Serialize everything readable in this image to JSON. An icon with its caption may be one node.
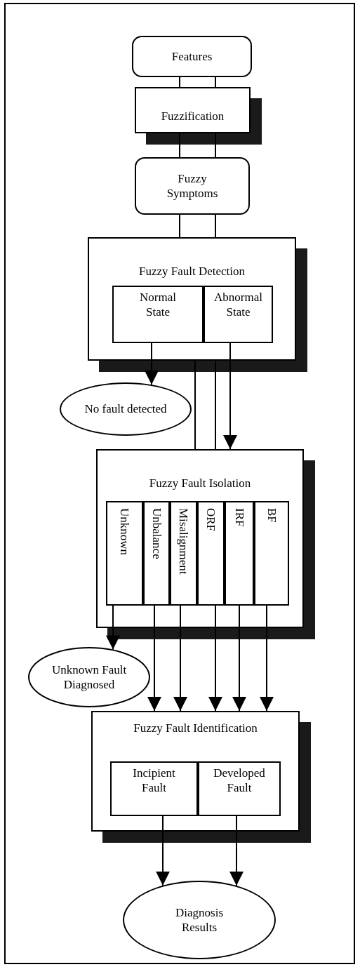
{
  "diagram": {
    "nodes": [
      {
        "text": [
          "Features"
        ]
      },
      {
        "text": [
          "Fuzzification"
        ]
      },
      {
        "text": [
          "Fuzzy Symptoms"
        ]
      },
      {
        "text": [
          "Fuzzy Fault Detection"
        ]
      },
      {
        "text": [
          "Normal State"
        ],
        "in": 3
      },
      {
        "text": [
          "Abnormal State"
        ],
        "in": 3
      },
      {
        "text": [
          "No fault detected"
        ]
      },
      {
        "text": [
          "Fuzzy Fault Isolation"
        ]
      },
      {
        "text": [
          "Unknown"
        ],
        "in": 7
      },
      {
        "text": [
          "Unbalance"
        ],
        "in": 7
      },
      {
        "text": [
          "Misalignment"
        ],
        "in": 7
      },
      {
        "text": [
          "ORF"
        ],
        "in": 7
      },
      {
        "text": [
          "IRF"
        ],
        "in": 7
      },
      {
        "text": [
          "BF"
        ],
        "in": 7
      },
      {
        "text": [
          "Unknown Fault Diagnosed"
        ]
      },
      {
        "text": [
          "Fuzzy Fault Identification"
        ]
      },
      {
        "text": [
          "Incipient Fault"
        ],
        "in": 15
      },
      {
        "text": [
          "Developed Fault"
        ],
        "in": 15
      },
      {
        "text": [
          "Diagnosis Results"
        ]
      }
    ],
    "edges": [
      {
        "from": 0,
        "to": 1,
        "arrow": "none"
      },
      {
        "from": 0,
        "to": 1,
        "arrow": "none"
      },
      {
        "from": 1,
        "to": 2,
        "arrow": "none"
      },
      {
        "from": 1,
        "to": 2,
        "arrow": "none"
      },
      {
        "from": 2,
        "to": 3,
        "arrow": "none"
      },
      {
        "from": 2,
        "to": 3,
        "arrow": "none"
      },
      {
        "from": 4,
        "to": 6,
        "arrow": "to"
      },
      {
        "from": 5,
        "to": 7,
        "arrow": "to"
      },
      {
        "from": 3,
        "to": 7,
        "arrow": "none"
      },
      {
        "from": 3,
        "to": 7,
        "arrow": "none"
      },
      {
        "from": 8,
        "to": 14,
        "arrow": "to"
      },
      {
        "from": 9,
        "to": 15,
        "arrow": "to"
      },
      {
        "from": 10,
        "to": 15,
        "arrow": "to"
      },
      {
        "from": 11,
        "to": 15,
        "arrow": "to"
      },
      {
        "from": 12,
        "to": 15,
        "arrow": "to"
      },
      {
        "from": 13,
        "to": 15,
        "arrow": "to"
      },
      {
        "from": 16,
        "to": 18,
        "arrow": "to"
      },
      {
        "from": 17,
        "to": 18,
        "arrow": "to"
      }
    ]
  }
}
